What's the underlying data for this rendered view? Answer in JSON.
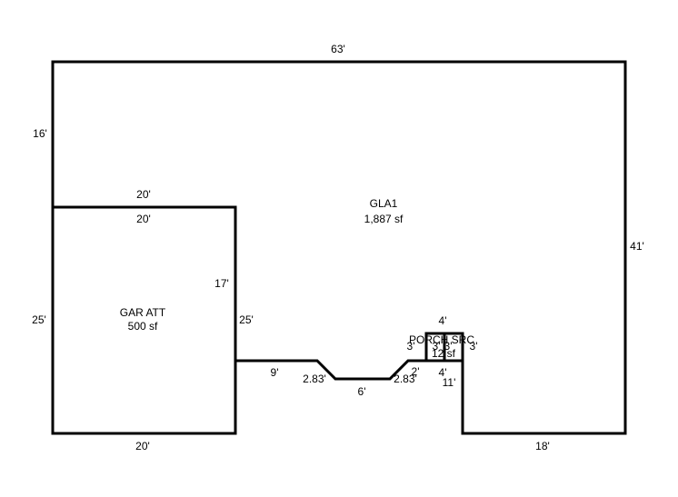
{
  "areas": {
    "gla": {
      "name": "GLA1",
      "area": "1,887 sf"
    },
    "garage": {
      "name": "GAR ATT",
      "area": "500 sf"
    },
    "porch": {
      "name": "PORCH SRC",
      "area": "12 sf"
    }
  },
  "dimensions": {
    "top": "63'",
    "left_upper": "16'",
    "left_lower": "25'",
    "right": "41'",
    "bottom_right": "18'",
    "garage_top_outer": "20'",
    "garage_top_inner": "20'",
    "garage_bottom": "20'",
    "garage_right_outer": "25'",
    "garage_right_inner": "17'",
    "step_run_left": "9'",
    "bevel_left": "2.83'",
    "step_bottom": "6'",
    "bevel_right": "2.83'",
    "small_jog": "2'",
    "porch_top": "4'",
    "porch_left": "3'",
    "porch_right": "3'",
    "porch_inner_left": "3'",
    "porch_inner_right": "3'",
    "porch_bottom": "4'",
    "notch_side": "11'"
  }
}
